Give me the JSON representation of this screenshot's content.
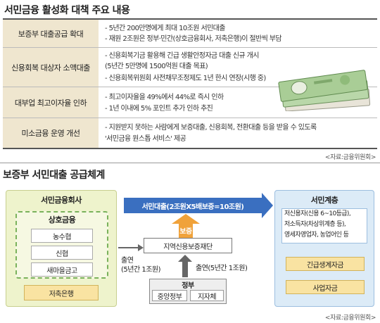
{
  "section1": {
    "title": "서민금융 활성화 대책 주요 내용",
    "rows": [
      {
        "label": "보증부 대출공급 확대",
        "bullets": [
          "- 5년간 200만명에게 최대 10조원 서민대출",
          "- 재원 2조원은 정부·민간(상호금융회사, 저축은행)이 절반씩 부담"
        ]
      },
      {
        "label": "신용회복 대상자 소액대출",
        "bullets": [
          "- 신용회복기금 활용해 긴급 생활안정자금 대출 신규 개시",
          "  (5년간 5만명에 1500억원 대출 목표)",
          "- 신용회복위원회 사전채무조정제도 1년 한시 연장(시행 중)"
        ]
      },
      {
        "label": "대부업 최고이자율 인하",
        "bullets": [
          "- 최고이자율을 49%에서 44%로 즉시 인하",
          "- 1년 이내에 5% 포인트 추가 인하 추진"
        ]
      },
      {
        "label": "미소금융 운영 개선",
        "bullets": [
          "- 지원받지 못하는 사람에게 보증대출, 신용회복, 전환대출 등을 받을 수 있도록",
          "  '서민금융 원스톱 서비스' 제공"
        ]
      }
    ],
    "source": "<자료:금융위원회>"
  },
  "section2": {
    "title": "보증부 서민대출 공급체계",
    "lender_box_title": "서민금융회사",
    "mutual_title": "상호금융",
    "mutual_items": [
      "농수협",
      "신협",
      "새마을금고"
    ],
    "savings_bank": "저축은행",
    "flow_label": "서민대출(2조원X5배보증=10조원)",
    "guarantee_label": "보증",
    "foundation": "지역신용보증재단",
    "contrib_left": [
      "출연",
      "(5년간 1조원)"
    ],
    "contrib_right": "출연(5년간 1조원)",
    "gov_title": "정부",
    "gov_items": [
      "중앙정부",
      "지자체"
    ],
    "target_title": "서민계층",
    "target_items": [
      "저신용자(신용 6~10등급),",
      "저소득자(차상위계층 등),",
      "영세자영업자, 농업어인 등"
    ],
    "loan_types": [
      "긴급생계자금",
      "사업자금"
    ],
    "source": "<자료:금융위원회>"
  }
}
